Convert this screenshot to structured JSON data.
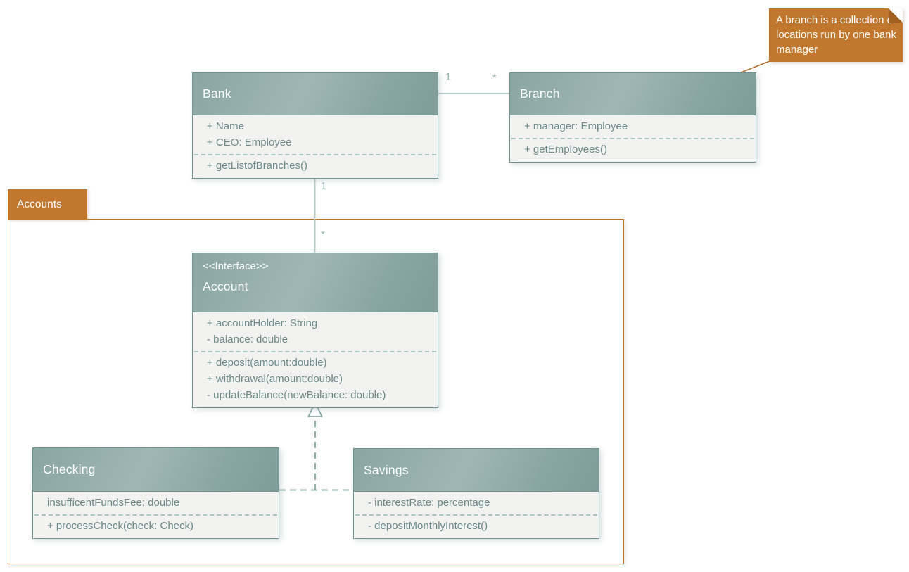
{
  "package": {
    "label": "Accounts"
  },
  "note": {
    "text": "A branch is a collection of locations run by one bank manager"
  },
  "classes": {
    "bank": {
      "title": "Bank",
      "attributes": [
        "+ Name",
        "+ CEO: Employee"
      ],
      "methods": [
        "+ getListofBranches()"
      ]
    },
    "branch": {
      "title": "Branch",
      "attributes": [
        "+ manager: Employee"
      ],
      "methods": [
        "+ getEmployees()"
      ]
    },
    "account": {
      "stereotype": "<<Interface>>",
      "title": "Account",
      "attributes": [
        "+ accountHolder: String",
        "- balance: double"
      ],
      "methods": [
        "+ deposit(amount:double)",
        "+ withdrawal(amount:double)",
        "- updateBalance(newBalance: double)"
      ]
    },
    "checking": {
      "title": "Checking",
      "attributes": [
        "insufficentFundsFee: double"
      ],
      "methods": [
        "+ processCheck(check: Check)"
      ]
    },
    "savings": {
      "title": "Savings",
      "attributes": [
        "- interestRate: percentage"
      ],
      "methods": [
        "- depositMonthlyInterest()"
      ]
    }
  },
  "relationships": {
    "bank_branch": {
      "type": "association",
      "near_bank": "1",
      "near_branch": "*"
    },
    "bank_account": {
      "type": "association",
      "near_bank": "1",
      "near_account": "*"
    },
    "account_generalization": {
      "type": "realization",
      "children": [
        "Checking",
        "Savings"
      ]
    }
  },
  "colors": {
    "header_teal_light": "#9fb7b4",
    "header_teal_dark": "#7f9c99",
    "box_border": "#6f9390",
    "body_fill": "#f2f2f1",
    "member_text": "#6c8a87",
    "connector_teal": "#b7cdca",
    "dashed_teal": "#8fafac",
    "accent_orange": "#c1772e",
    "note_text": "#ffffff"
  }
}
